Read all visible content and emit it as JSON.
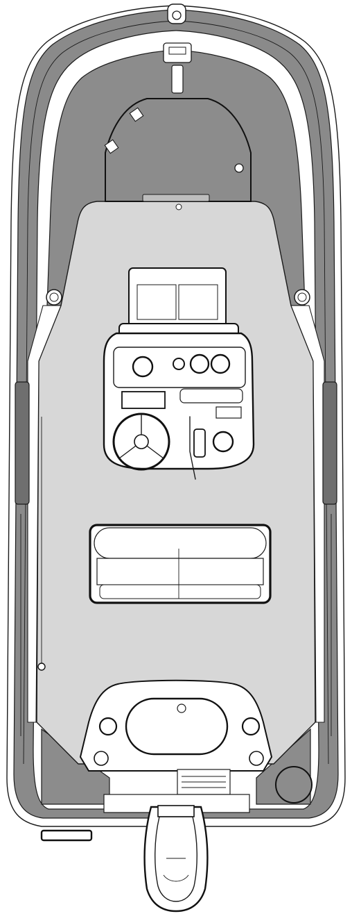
{
  "figure": {
    "subject": "boat-top-view-line-drawing",
    "labels": []
  },
  "colors": {
    "hull_outline": "#1a1a1a",
    "gunwale_fill": "#8a8a8a",
    "deck_fill": "#d7d7d7",
    "white": "#ffffff",
    "seat_fill": "#ffffff",
    "pad_fill": "#6f6f6f"
  },
  "components": [
    "bow-cleat",
    "anchor-locker",
    "console",
    "steering-wheel",
    "leaning-post-seat",
    "cooler-bench",
    "rear-hatch",
    "outboard-motor",
    "side-rub-pads"
  ]
}
